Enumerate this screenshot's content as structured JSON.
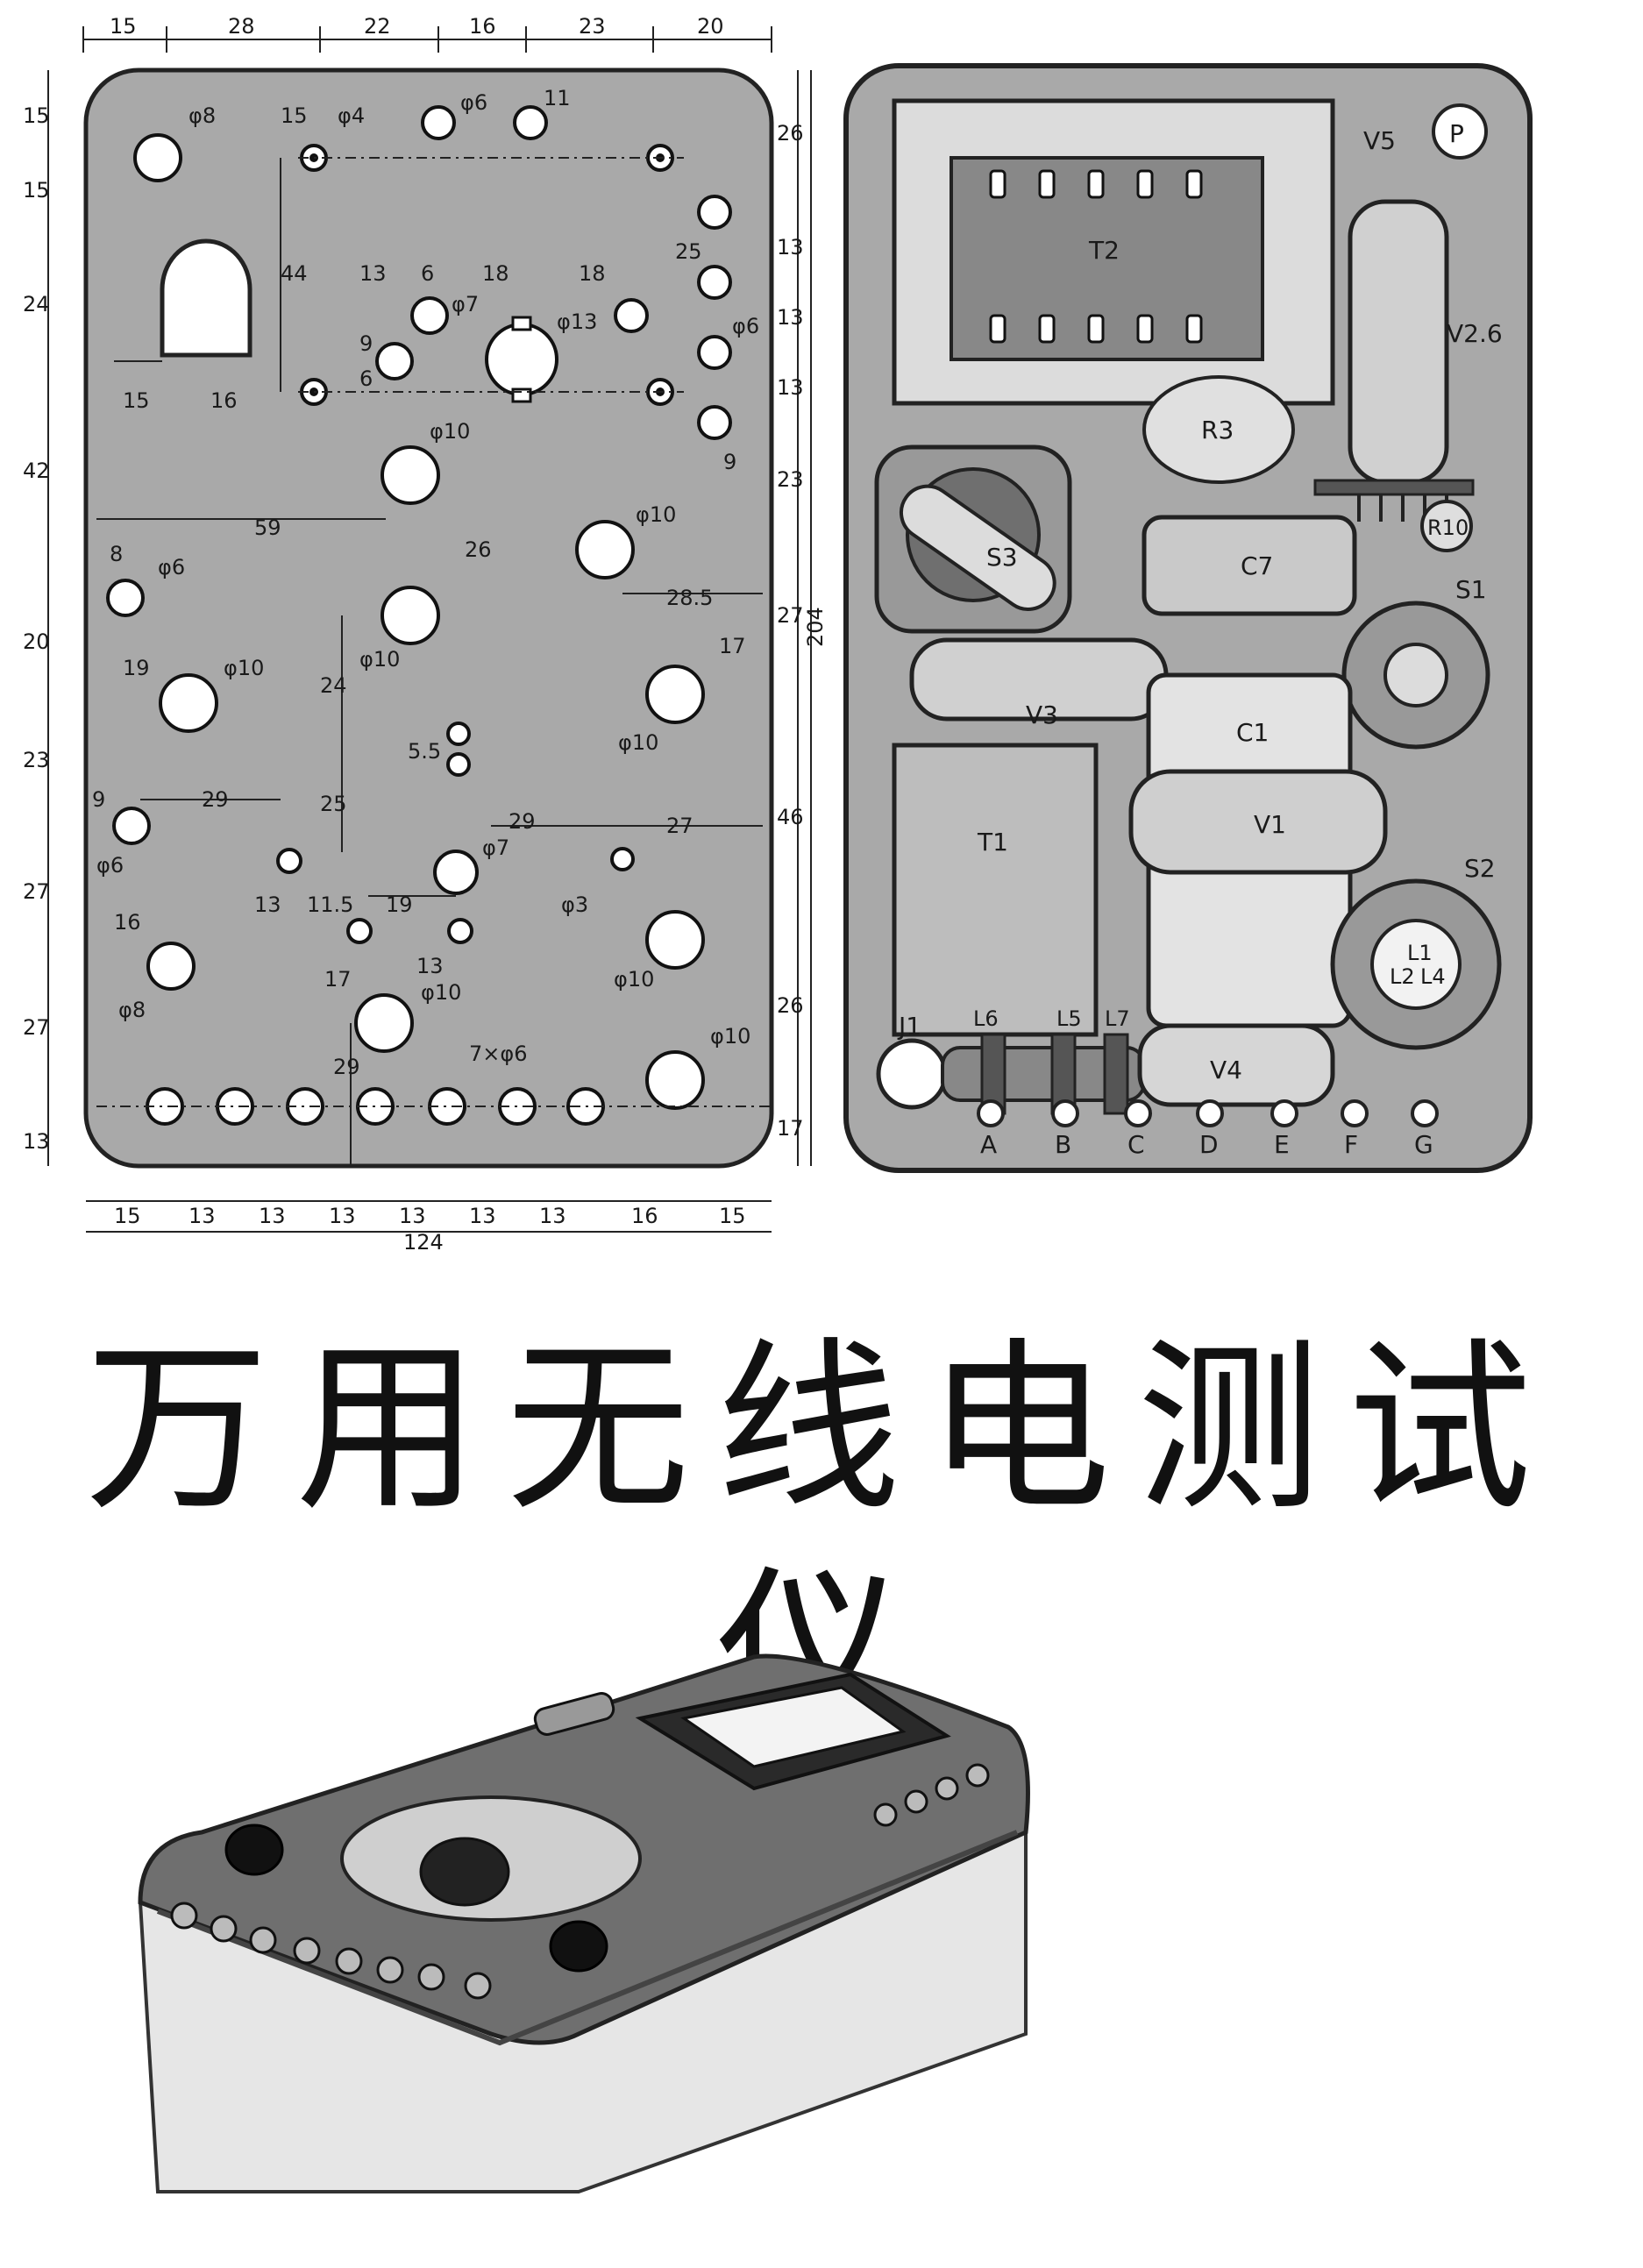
{
  "title": "万用无线电测试仪",
  "drilling_plan": {
    "top_dims": [
      "15",
      "28",
      "22",
      "16",
      "23",
      "20"
    ],
    "bottom_dims": [
      "15",
      "13",
      "13",
      "13",
      "13",
      "13",
      "13",
      "16",
      "15"
    ],
    "width_total": "124",
    "height_total": "204",
    "left_dims": [
      "15",
      "15",
      "24",
      "42",
      "20",
      "23",
      "27",
      "27",
      "13"
    ],
    "right_dims": [
      "26",
      "13",
      "13",
      "13",
      "23",
      "27",
      "46",
      "26",
      "17"
    ],
    "inner_dims": [
      "15",
      "11",
      "44",
      "13",
      "6",
      "18",
      "18",
      "25",
      "9",
      "6",
      "15",
      "16",
      "59",
      "26",
      "8",
      "28.5",
      "17",
      "19",
      "24",
      "5.5",
      "9",
      "29",
      "25",
      "29",
      "27",
      "13",
      "11.5",
      "19",
      "16",
      "17",
      "13",
      "29",
      "9"
    ],
    "hole_labels": [
      "φ8",
      "φ4",
      "φ6",
      "φ7",
      "φ13",
      "φ6",
      "φ10",
      "φ10",
      "φ6",
      "φ10",
      "φ10",
      "φ10",
      "φ6",
      "φ7",
      "φ3",
      "φ8",
      "φ10",
      "φ10",
      "φ10",
      "7×φ6"
    ]
  },
  "wiring": {
    "components": [
      "T2",
      "V5",
      "P",
      "V2.6",
      "R3",
      "S3",
      "C7",
      "R10",
      "S1",
      "V3",
      "C1",
      "T1",
      "V1",
      "S2",
      "L1",
      "L2",
      "L4",
      "J1",
      "L6",
      "L5",
      "L7",
      "V4"
    ],
    "terminals": [
      "A",
      "B",
      "C",
      "D",
      "E",
      "F",
      "G"
    ]
  },
  "colors": {
    "panel": "#a9a9a9",
    "panel_dark": "#6f6f6f",
    "ink": "#1a1a1a",
    "device_body": "#e6e6e6"
  }
}
